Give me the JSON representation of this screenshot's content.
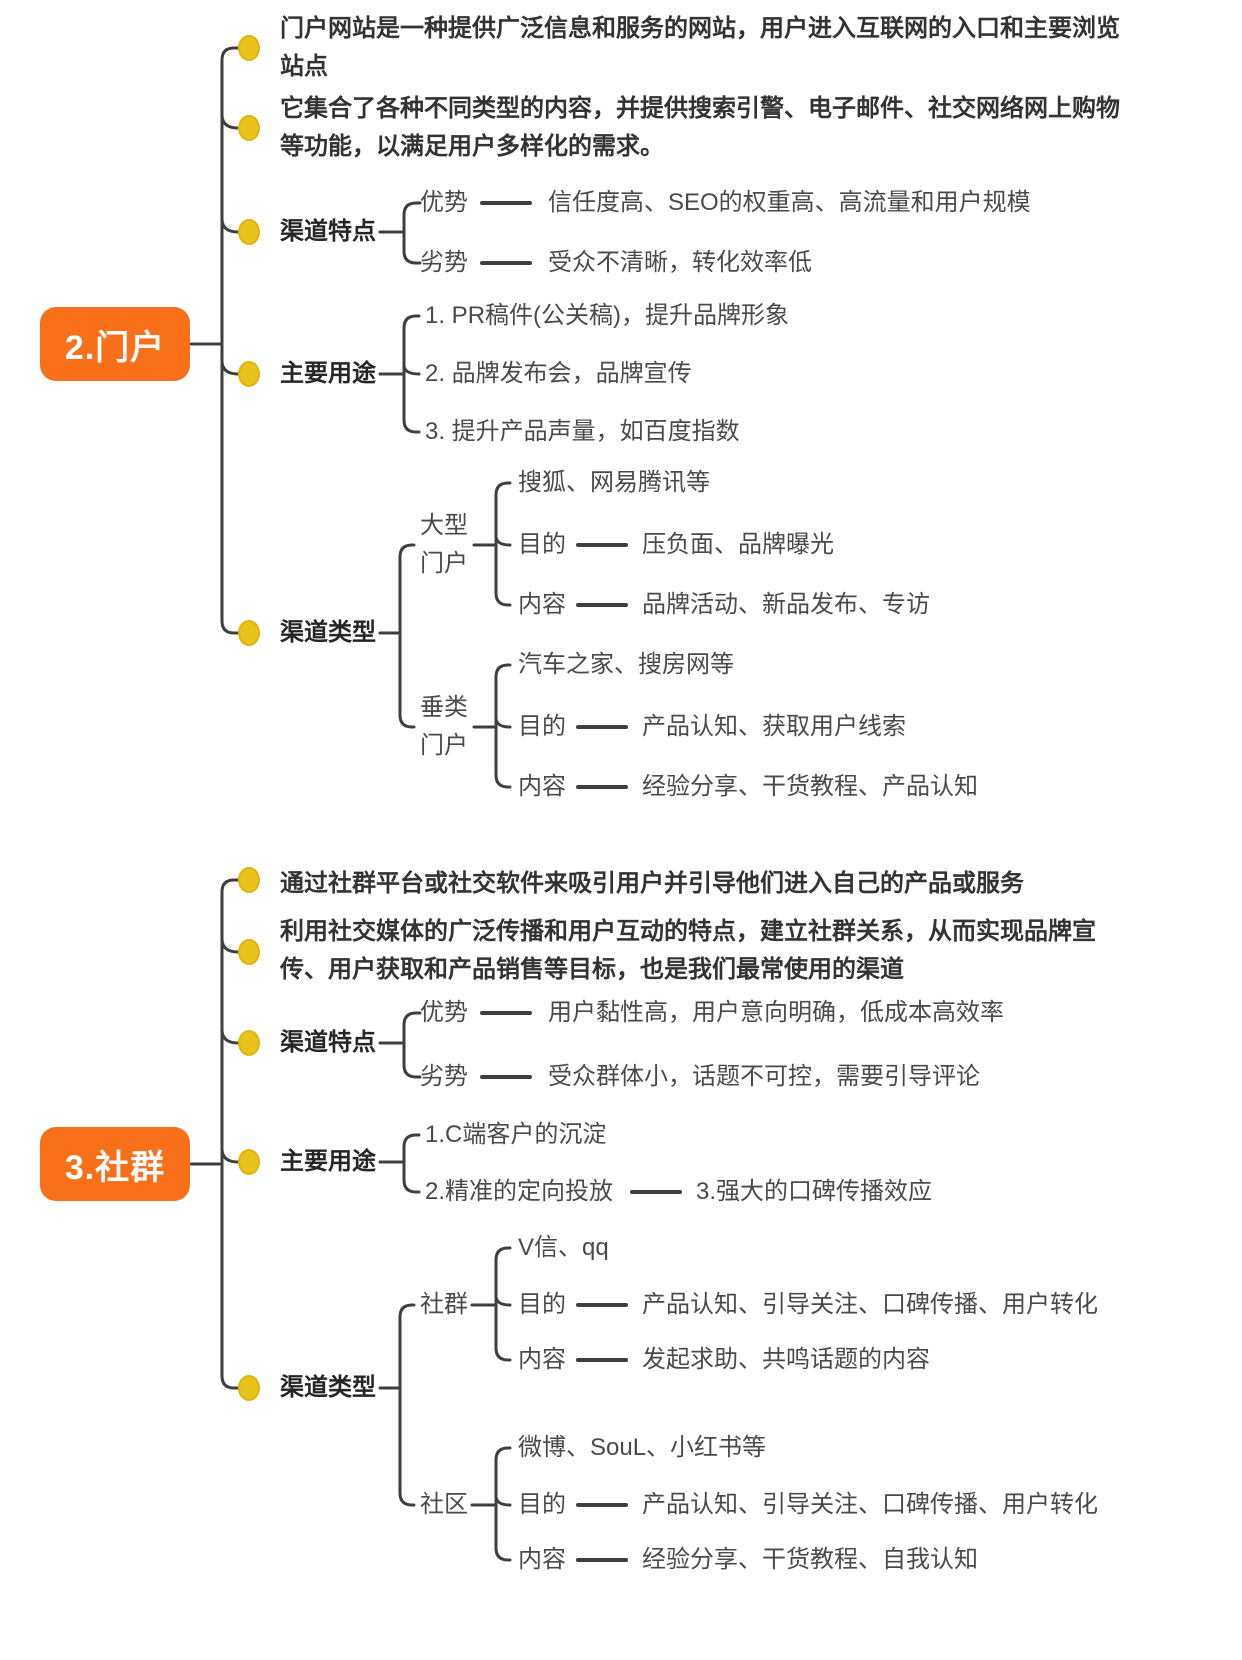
{
  "colors": {
    "root_bg": "#f8711a",
    "root_text": "#ffffff",
    "bullet_fill": "#e8c31b",
    "line": "#3f3f3f",
    "label_text": "#262626",
    "body_text": "#4a4a4a"
  },
  "portal": {
    "root_label": "2.门户",
    "intro1": "门户网站是一种提供广泛信息和服务的网站，用户进入互联网的入口和主要浏览站点",
    "intro2": "它集合了各种不同类型的内容，并提供搜索引警、电子邮件、社交网络网上购物等功能，以满足用户多样化的需求。",
    "features": {
      "label": "渠道特点",
      "pros_label": "优势",
      "pros": "信任度高、SEO的权重高、高流量和用户规模",
      "cons_label": "劣势",
      "cons": "受众不清晰，转化效率低"
    },
    "uses": {
      "label": "主要用途",
      "items": [
        "1. PR稿件(公关稿)，提升品牌形象",
        "2. 品牌发布会，品牌宣传",
        "3. 提升产品声量，如百度指数"
      ]
    },
    "types": {
      "label": "渠道类型",
      "large": {
        "label": "大型门户",
        "examples": "搜狐、网易腾讯等",
        "purpose_label": "目的",
        "purpose": "压负面、品牌曝光",
        "content_label": "内容",
        "content": "品牌活动、新品发布、专访"
      },
      "vertical": {
        "label": "垂类门户",
        "examples": "汽车之家、搜房网等",
        "purpose_label": "目的",
        "purpose": "产品认知、获取用户线索",
        "content_label": "内容",
        "content": "经验分享、干货教程、产品认知"
      }
    }
  },
  "community": {
    "root_label": "3.社群",
    "intro1": "通过社群平台或社交软件来吸引用户并引导他们进入自己的产品或服务",
    "intro2": "利用社交媒体的广泛传播和用户互动的特点，建立社群关系，从而实现品牌宣传、用户获取和产品销售等目标，也是我们最常使用的渠道",
    "features": {
      "label": "渠道特点",
      "pros_label": "优势",
      "pros": "用户黏性高，用户意向明确，低成本高效率",
      "cons_label": "劣势",
      "cons": "受众群体小，话题不可控，需要引导评论"
    },
    "uses": {
      "label": "主要用途",
      "item1": "1.C端客户的沉淀",
      "item2": "2.精准的定向投放",
      "item3": "3.强大的口碑传播效应"
    },
    "types": {
      "label": "渠道类型",
      "group": {
        "label": "社群",
        "examples": "V信、qq",
        "purpose_label": "目的",
        "purpose": "产品认知、引导关注、口碑传播、用户转化",
        "content_label": "内容",
        "content": "发起求助、共鸣话题的内容"
      },
      "community_type": {
        "label": "社区",
        "examples": "微博、SouL、小红书等",
        "purpose_label": "目的",
        "purpose": "产品认知、引导关注、口碑传播、用户转化",
        "content_label": "内容",
        "content": "经验分享、干货教程、自我认知"
      }
    }
  }
}
